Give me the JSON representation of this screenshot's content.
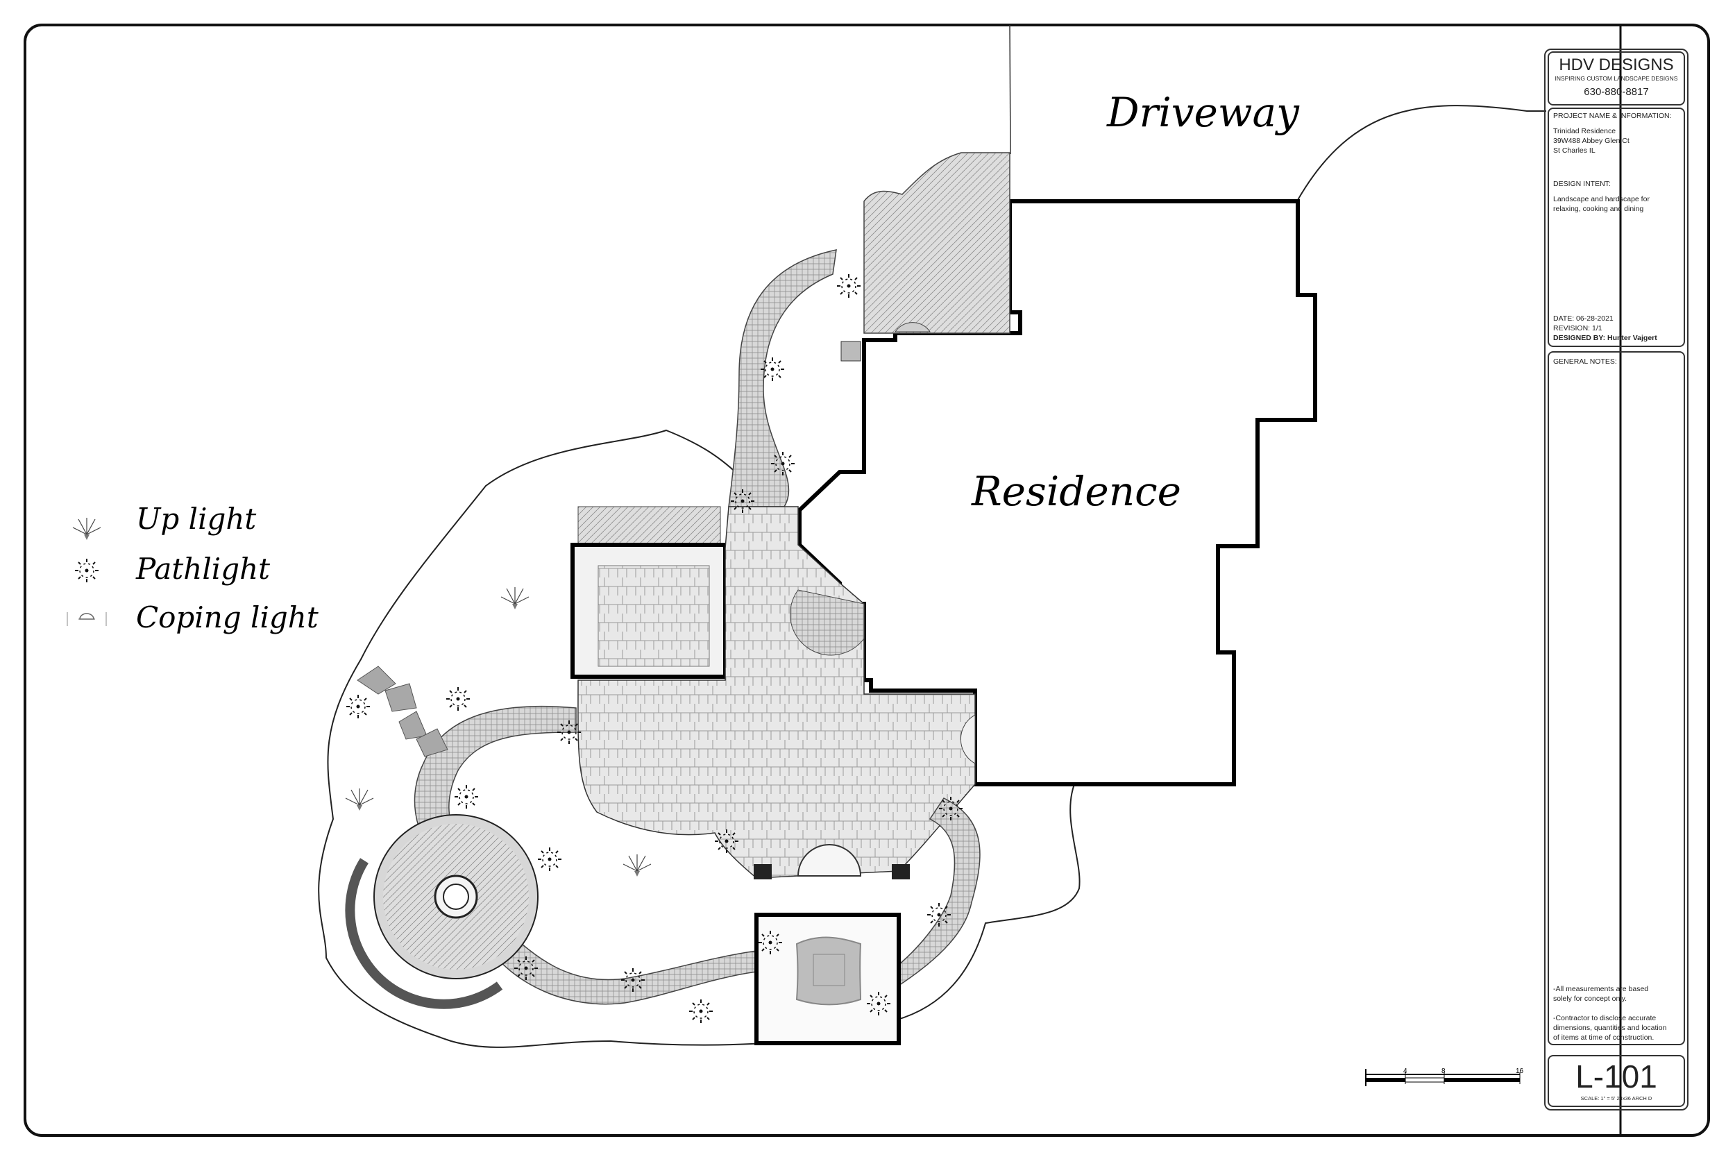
{
  "plan": {
    "driveway_label": "Driveway",
    "residence_label": "Residence"
  },
  "legend": {
    "items": [
      {
        "icon": "up-light-icon",
        "label": "Up light"
      },
      {
        "icon": "pathlight-icon",
        "label": "Pathlight"
      },
      {
        "icon": "coping-light-icon",
        "label": "Coping light"
      }
    ]
  },
  "scale_bar": {
    "ticks": [
      "4",
      "8",
      "16"
    ]
  },
  "title_block": {
    "company": "HDV DESIGNS",
    "tagline": "INSPIRING CUSTOM LANDSCAPE DESIGNS",
    "phone": "630-880-8817",
    "project_heading": "PROJECT NAME & INFORMATION:",
    "project_name": "Trinidad Residence",
    "address1": "39W488 Abbey Glen Ct",
    "address2": "St Charles IL",
    "intent_heading": "DESIGN INTENT:",
    "intent_line1": "Landscape and hardscape for",
    "intent_line2": "relaxing, cooking and dining",
    "date": "DATE: 06-28-2021",
    "revision": "REVISION: 1/1",
    "designed_by": "DESIGNED BY: Hunter Vajgert",
    "notes_heading": "GENERAL NOTES:",
    "note1_line1": "-All measurements are based",
    "note1_line2": "solely for concept only.",
    "note2_line1": "-Contractor to disclose accurate",
    "note2_line2": "dimensions, quantities and location",
    "note2_line3": "of items at time of construction.",
    "sheet_number": "L-101",
    "scale_note": "SCALE: 1\" = 5'   24x36 ARCH D"
  },
  "colors": {
    "ink": "#111111",
    "paver": "#d2d2d2",
    "paver_light": "#e6e6e6",
    "stone": "#a8a8a8"
  }
}
